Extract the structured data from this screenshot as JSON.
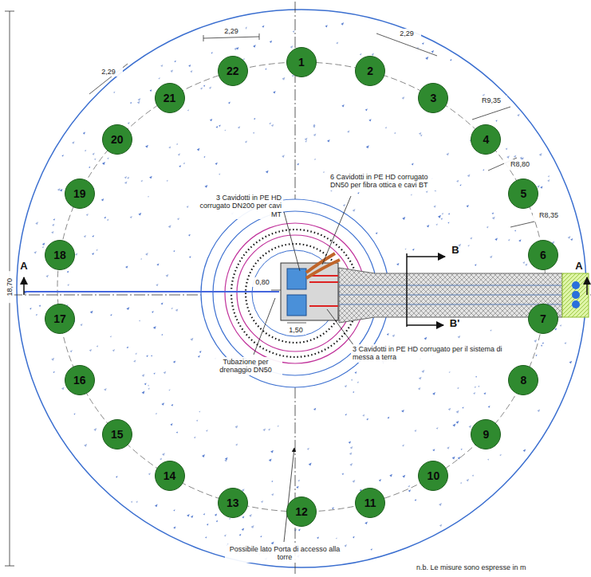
{
  "diagram": {
    "nodes": [
      {
        "text": [
          "1"
        ]
      },
      {
        "text": [
          "2"
        ]
      },
      {
        "text": [
          "3"
        ]
      },
      {
        "text": [
          "4"
        ]
      },
      {
        "text": [
          "5"
        ]
      },
      {
        "text": [
          "6"
        ]
      },
      {
        "text": [
          "7"
        ]
      },
      {
        "text": [
          "8"
        ]
      },
      {
        "text": [
          "9"
        ]
      },
      {
        "text": [
          "10"
        ]
      },
      {
        "text": [
          "11"
        ]
      },
      {
        "text": [
          "12"
        ]
      },
      {
        "text": [
          "13"
        ]
      },
      {
        "text": [
          "14"
        ]
      },
      {
        "text": [
          "15"
        ]
      },
      {
        "text": [
          "16"
        ]
      },
      {
        "text": [
          "17"
        ]
      },
      {
        "text": [
          "18"
        ]
      },
      {
        "text": [
          "19"
        ]
      },
      {
        "text": [
          "20"
        ]
      },
      {
        "text": [
          "21"
        ]
      },
      {
        "text": [
          "22"
        ]
      }
    ],
    "labels": [
      "2,29",
      "2,29",
      "2,29",
      "R9,35",
      "R8,80",
      "R8,35",
      "18,70",
      "0,80",
      "1,50",
      "6 Cavidotti in PE HD corrugato DN50 per fibra ottica e cavi BT",
      "3 Cavidotti in PE HD corrugato DN200 per cavi MT",
      "Tubazione per drenaggio DN50",
      "3 Cavidotti in PE HD corrugato per il sistema di messa a terra",
      "Possibile lato Porta di accesso alla torre",
      "n.b. Le misure sono espresse in m",
      "A",
      "A",
      "B",
      "B'"
    ]
  }
}
